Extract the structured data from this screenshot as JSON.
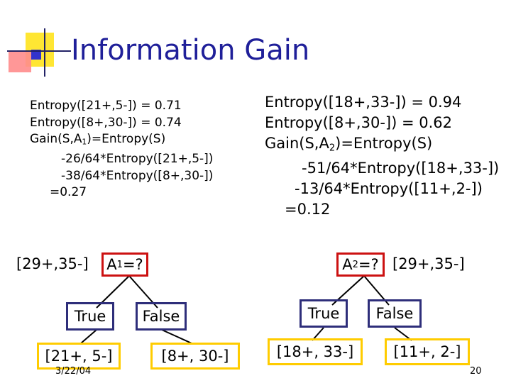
{
  "title": "Information Gain",
  "left": {
    "lines": [
      "Entropy([21+,5-])  = 0.71",
      "Entropy([8+,30-]) = 0.74"
    ],
    "gain_prefix": "Gain(S,A",
    "gain_sub": "1",
    "gain_suffix": ")=Entropy(S)",
    "term1": "-26/64*Entropy([21+,5-])",
    "term2": "-38/64*Entropy([8+,30-])",
    "result": "=0.27"
  },
  "right": {
    "lines": [
      "Entropy([18+,33-]) = 0.94",
      "Entropy([8+,30-]) = 0.62"
    ],
    "gain_prefix": "Gain(S,A",
    "gain_sub": "2",
    "gain_suffix": ")=Entropy(S)",
    "term1": "-51/64*Entropy([18+,33-])",
    "term2": "-13/64*Entropy([11+,2-])",
    "result": "=0.12"
  },
  "tree1": {
    "root_counts": "[29+,35-]",
    "attr_prefix": "A",
    "attr_sub": "1",
    "attr_suffix": "=?",
    "true_label": "True",
    "false_label": "False",
    "true_leaf": "[21+, 5-]",
    "false_leaf": "[8+, 30-]"
  },
  "tree2": {
    "root_counts": "[29+,35-]",
    "attr_prefix": "A",
    "attr_sub": "2",
    "attr_suffix": "=?",
    "true_label": "True",
    "false_label": "False",
    "true_leaf": "[18+, 33-]",
    "false_leaf": "[11+, 2-]"
  },
  "footer": {
    "date": "3/22/04",
    "page": "20"
  },
  "colors": {
    "title": "#1f1f99",
    "attr_box": "#cc1111",
    "label_box": "#2e2e7a",
    "leaf_box": "#ffcc00"
  }
}
